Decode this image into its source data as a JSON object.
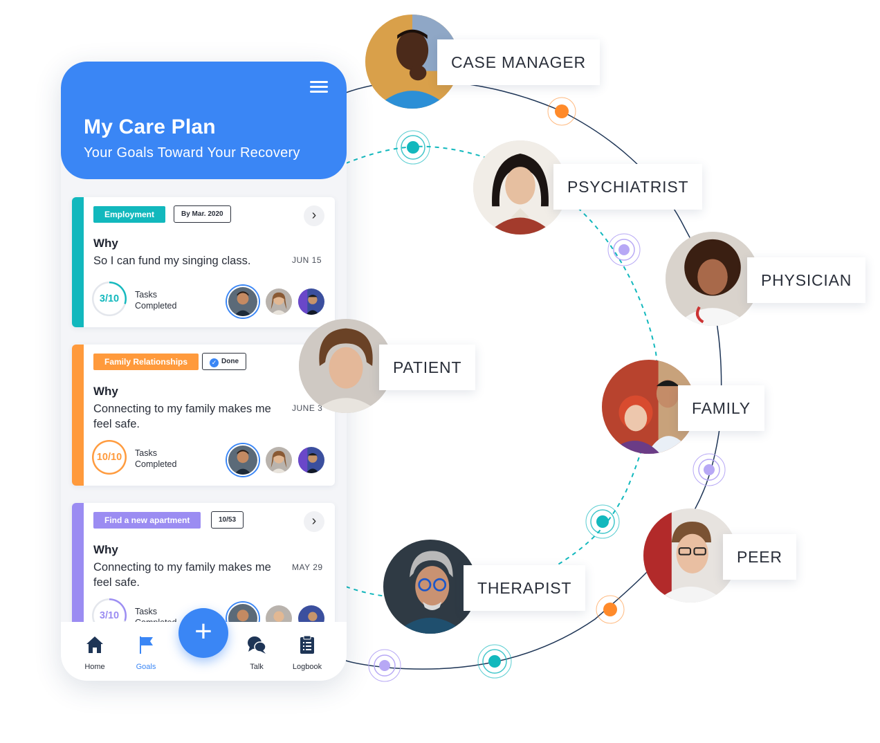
{
  "app": {
    "title": "My Care Plan",
    "subtitle": "Your Goals Toward Your Recovery"
  },
  "goals": [
    {
      "category": "Employment",
      "status": "By Mar. 2020",
      "why_label": "Why",
      "reason": "So I can fund my singing class.",
      "date": "JUN 15",
      "progress": "3/10",
      "progress_fraction": 0.3,
      "tasks_label_1": "Tasks",
      "tasks_label_2": "Completed"
    },
    {
      "category": "Family Relationships",
      "status": "Done",
      "why_label": "Why",
      "reason": "Connecting to my family makes me feel safe.",
      "date": "JUNE 3",
      "progress": "10/10",
      "progress_fraction": 1.0,
      "tasks_label_1": "Tasks",
      "tasks_label_2": "Completed"
    },
    {
      "category": "Find a new apartment",
      "status": "10/53",
      "why_label": "Why",
      "reason": "Connecting to my family makes me feel safe.",
      "date": "MAY 29",
      "progress": "3/10",
      "progress_fraction": 0.3,
      "tasks_label_1": "Tasks",
      "tasks_label_2": "Completed"
    }
  ],
  "tabs": [
    {
      "label": "Home",
      "icon": "home-icon"
    },
    {
      "label": "Goals",
      "icon": "flag-icon"
    },
    {
      "label": "Talk",
      "icon": "chat-icon"
    },
    {
      "label": "Logbook",
      "icon": "clipboard-icon"
    }
  ],
  "roles": {
    "case_manager": "CASE MANAGER",
    "psychiatrist": "PSYCHIATRIST",
    "physician": "PHYSICIAN",
    "patient": "PATIENT",
    "family": "FAMILY",
    "peer": "PEER",
    "therapist": "THERAPIST"
  },
  "colors": {
    "primary": "#3a86f5",
    "employment": "#12b8bd",
    "family": "#ff9a3c",
    "apartment": "#9b8cf2",
    "teal_node": "#12b8bd",
    "orange_node": "#ff8a2a",
    "purple_node": "#b7a8f5",
    "line": "#1e3556"
  }
}
